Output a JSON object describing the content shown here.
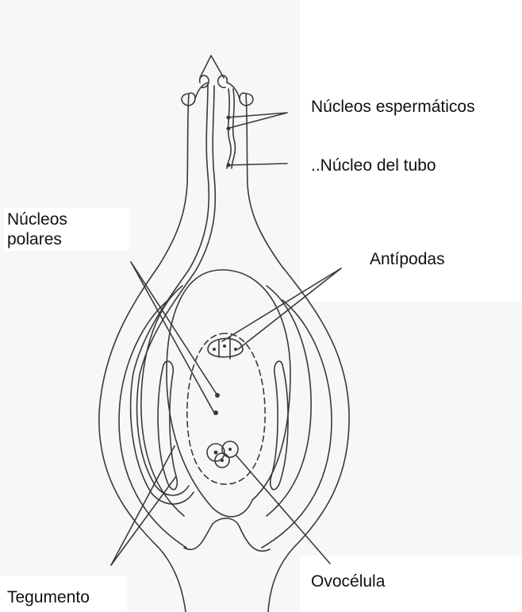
{
  "labels": {
    "nucleos_espermaticos": "Núcleos espermáticos",
    "nucleo_tubo": "..Núcleo del  tubo",
    "nucleos_polares_line1": "Núcleos",
    "nucleos_polares_line2": "polares",
    "antipodas": "Antípodas",
    "ovocelula": "Ovocélula",
    "tegumento": "Tegumento"
  },
  "colors": {
    "ink": "#3a3a3a",
    "paper": "#f7f7f7",
    "label_bg": "#ffffff"
  }
}
